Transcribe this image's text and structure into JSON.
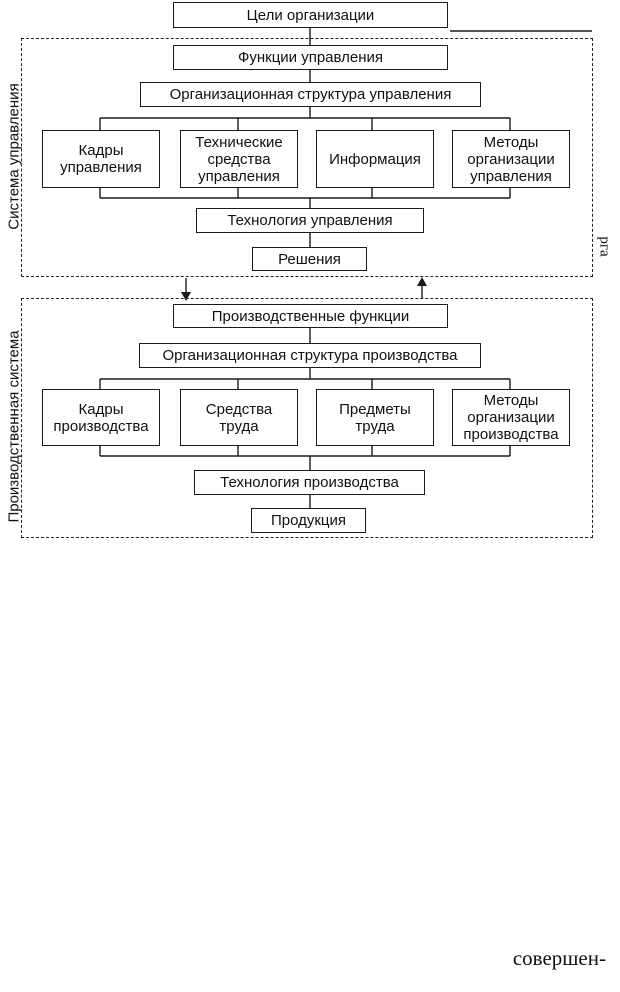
{
  "top": {
    "goals": "Цели организации"
  },
  "management": {
    "panel_label": "Система управления",
    "functions": "Функции управления",
    "structure": "Организационная структура управления",
    "resources": [
      "Кадры\nуправления",
      "Технические\nсредства\nуправления",
      "Информация",
      "Методы\nорганизации\nуправления"
    ],
    "technology": "Технология управления",
    "decisions": "Решения"
  },
  "production": {
    "panel_label": "Производственная система",
    "functions": "Производственные функции",
    "structure": "Организационная структура производства",
    "resources": [
      "Кадры\nпроизводства",
      "Средства\nтруда",
      "Предметы\nтруда",
      "Методы\nорганизации\nпроизводства"
    ],
    "technology": "Технология производства",
    "output": "Продукция"
  },
  "margin": {
    "side_fragment": "рга",
    "footer_fragment": "совершен-"
  }
}
